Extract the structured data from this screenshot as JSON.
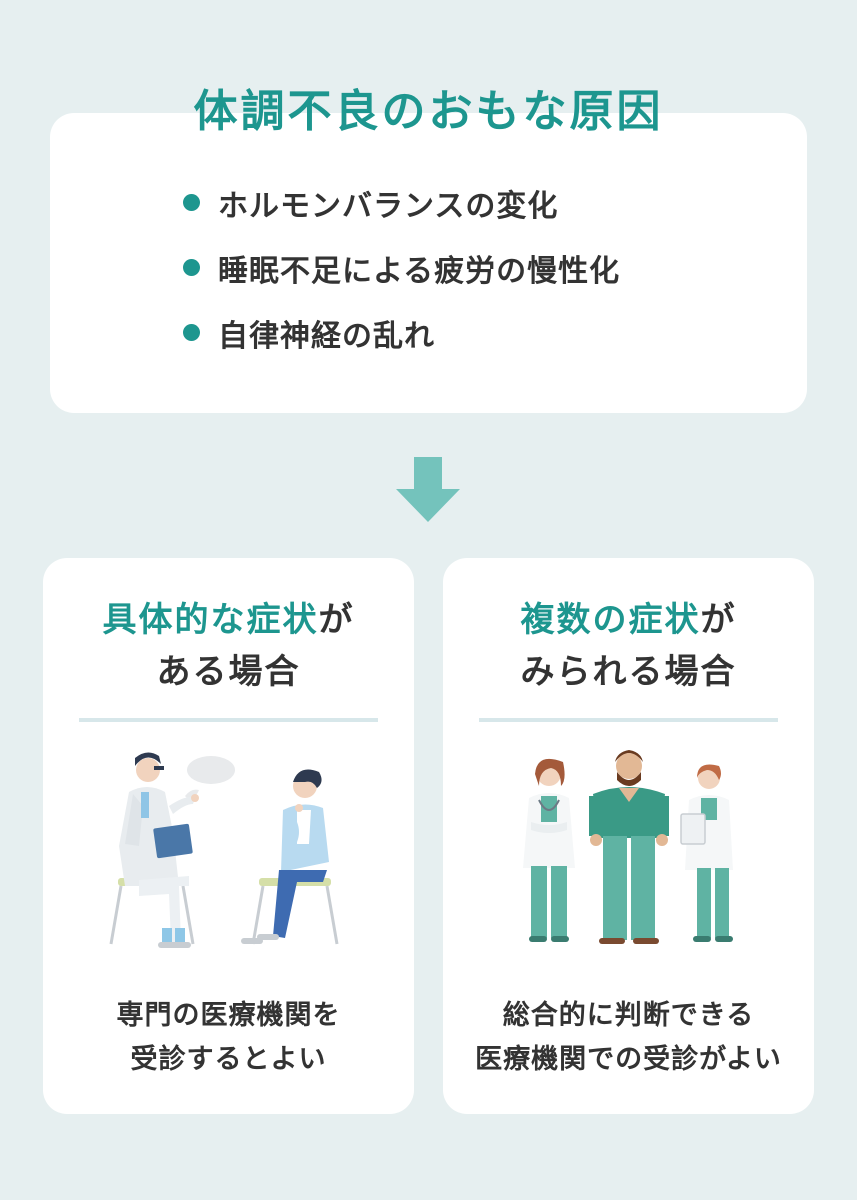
{
  "title": "体調不良のおもな原因",
  "causes": [
    "ホルモンバランスの変化",
    "睡眠不足による疲労の慢性化",
    "自律神経の乱れ"
  ],
  "cards": [
    {
      "heading_accent": "具体的な症状",
      "heading_tail": "が",
      "heading_line2": "ある場合",
      "footer_line1": "専門の医療機関を",
      "footer_line2": "受診するとよい"
    },
    {
      "heading_accent": "複数の症状",
      "heading_tail": "が",
      "heading_line2": "みられる場合",
      "footer_line1": "総合的に判断できる",
      "footer_line2": "医療機関での受診がよい"
    }
  ],
  "colors": {
    "background": "#e6eff0",
    "accent": "#1d968f",
    "arrow": "#74c3bc",
    "text": "#333333",
    "card": "#ffffff"
  },
  "icons": {
    "arrow": "arrow-down-icon",
    "illustration_left": "doctor-consultation-illustration",
    "illustration_right": "medical-team-illustration"
  }
}
